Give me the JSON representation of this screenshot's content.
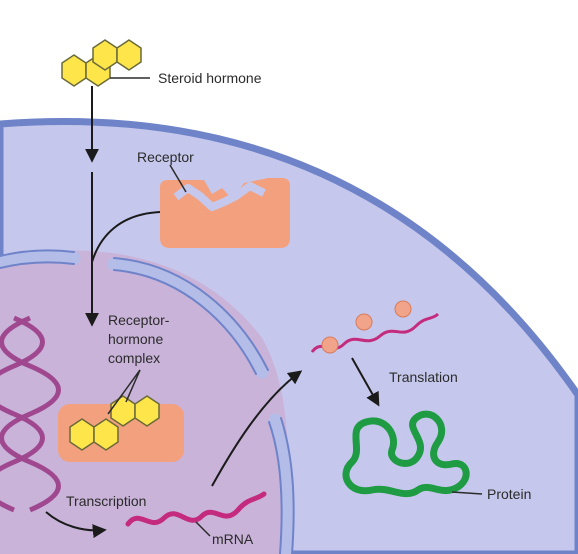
{
  "labels": {
    "steroid_hormone": "Steroid hormone",
    "receptor": "Receptor",
    "complex_line1": "Receptor-",
    "complex_line2": "hormone",
    "complex_line3": "complex",
    "translation": "Translation",
    "transcription": "Transcription",
    "protein": "Protein",
    "mrna": "mRNA"
  },
  "colors": {
    "cytoplasm": "#c5c8ec",
    "cell_membrane": "#6f83c9",
    "nucleus": "#c9b3d9",
    "nuclear_envelope": "#b3bde8",
    "hormone": "#fde54a",
    "receptor": "#f3a07e",
    "dna": "#a0488f",
    "mrna": "#c42a7d",
    "ribosome": "#f2a48a",
    "protein": "#1f9c43",
    "arrow": "#1b1b1b"
  }
}
